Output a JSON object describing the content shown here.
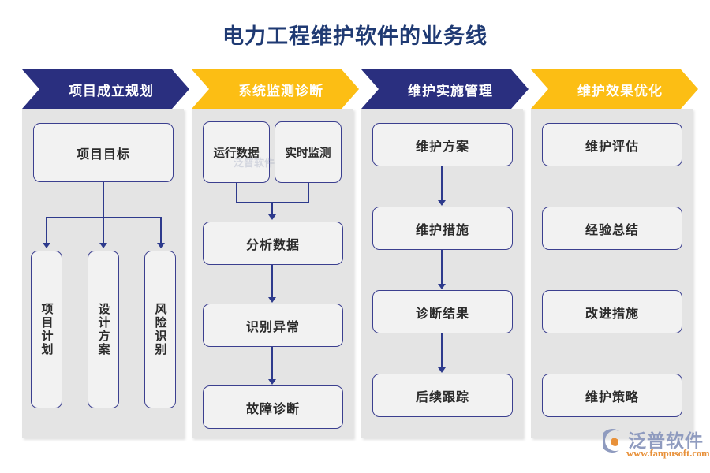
{
  "title": "电力工程维护软件的业务线",
  "colors": {
    "navy": "#2a2f7f",
    "yellow": "#fcbe14",
    "panel_gray": "#e4e4e4",
    "node_border": "#3b3f8f",
    "connector": "#2d3a8c",
    "title_text": "#1f3a73"
  },
  "columns": [
    {
      "banner": "项目成立规划",
      "banner_style": "navy",
      "nodes": [
        {
          "label": "项目目标",
          "orientation": "horizontal"
        },
        {
          "label": "项目计划",
          "orientation": "vertical"
        },
        {
          "label": "设计方案",
          "orientation": "vertical"
        },
        {
          "label": "风险识别",
          "orientation": "vertical"
        }
      ]
    },
    {
      "banner": "系统监测诊断",
      "banner_style": "yellow",
      "nodes": [
        {
          "label": "运行数据",
          "orientation": "horizontal"
        },
        {
          "label": "实时监测",
          "orientation": "horizontal"
        },
        {
          "label": "分析数据",
          "orientation": "horizontal"
        },
        {
          "label": "识别异常",
          "orientation": "horizontal"
        },
        {
          "label": "故障诊断",
          "orientation": "horizontal"
        }
      ]
    },
    {
      "banner": "维护实施管理",
      "banner_style": "navy",
      "nodes": [
        {
          "label": "维护方案",
          "orientation": "horizontal"
        },
        {
          "label": "维护措施",
          "orientation": "horizontal"
        },
        {
          "label": "诊断结果",
          "orientation": "horizontal"
        },
        {
          "label": "后续跟踪",
          "orientation": "horizontal"
        }
      ]
    },
    {
      "banner": "维护效果优化",
      "banner_style": "yellow",
      "nodes": [
        {
          "label": "维护评估",
          "orientation": "horizontal"
        },
        {
          "label": "经验总结",
          "orientation": "horizontal"
        },
        {
          "label": "改进措施",
          "orientation": "horizontal"
        },
        {
          "label": "维护策略",
          "orientation": "horizontal"
        }
      ]
    }
  ],
  "logo": {
    "brand": "泛普软件",
    "url": "www.fanpusoft.com",
    "watermark": "泛普软件"
  }
}
